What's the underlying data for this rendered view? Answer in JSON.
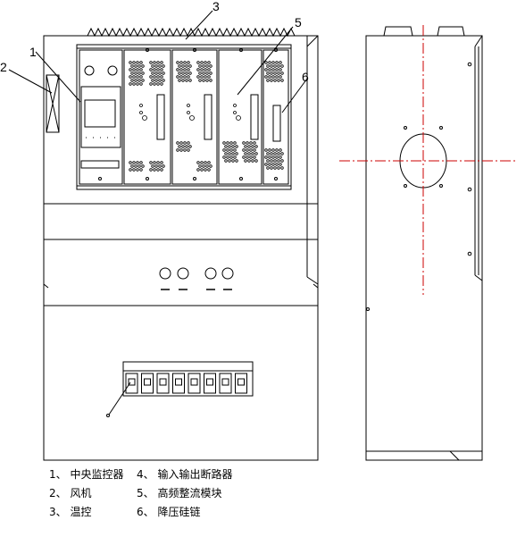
{
  "callouts": [
    {
      "id": "1",
      "label": "1"
    },
    {
      "id": "2",
      "label": "2"
    },
    {
      "id": "3",
      "label": "3"
    },
    {
      "id": "5",
      "label": "5"
    },
    {
      "id": "6",
      "label": "6"
    }
  ],
  "legend": [
    {
      "label": "1、 中央监控器"
    },
    {
      "label": "2、 风机"
    },
    {
      "label": "3、 温控"
    },
    {
      "label": "4、 输入输出断路器"
    },
    {
      "label": "5、 高频整流模块"
    },
    {
      "label": "6、 降压硅链"
    }
  ],
  "colors": {
    "line": "#000000",
    "centerline": "#cc0000"
  }
}
